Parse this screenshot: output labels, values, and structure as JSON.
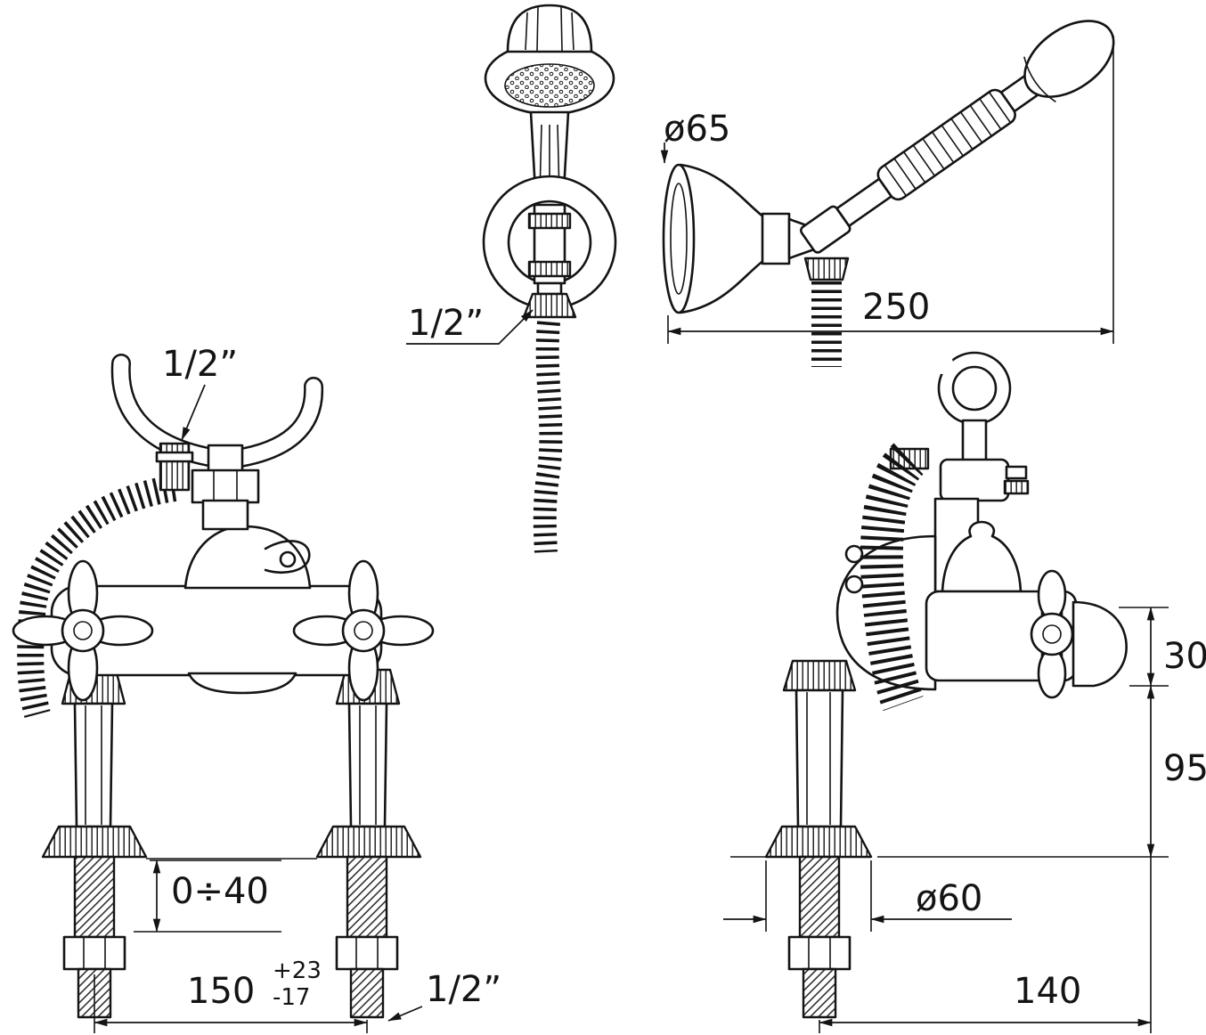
{
  "drawing": {
    "line_color": "#141414",
    "background_color": "#ffffff"
  },
  "views": {
    "handshower_front": {
      "hose_thread": "1/2”"
    },
    "handshower_side": {
      "holder_diameter": "ø65",
      "projection": "250"
    },
    "mixer_front": {
      "cradle_thread": "1/2”",
      "deck_thickness": "0÷40",
      "inlet_centres": "150",
      "tol_plus": "+23",
      "tol_minus": "-17",
      "inlet_thread": "1/2”"
    },
    "mixer_side": {
      "spout_drop": "30",
      "body_height": "95",
      "flange_diameter": "ø60",
      "depth": "140"
    }
  }
}
